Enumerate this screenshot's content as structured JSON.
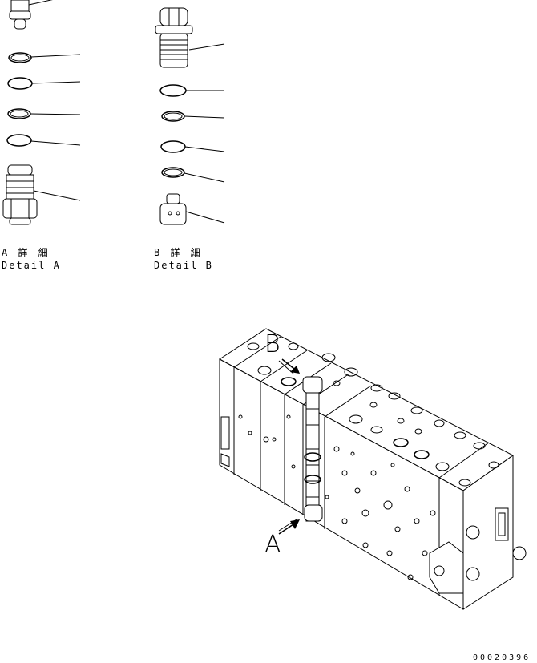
{
  "detailA": {
    "jp": "A 詳 細",
    "en": "Detail A"
  },
  "detailB": {
    "jp": "B 詳 細",
    "en": "Detail B"
  },
  "viewA": "A",
  "viewB": "B",
  "drawing_number": "00020396"
}
